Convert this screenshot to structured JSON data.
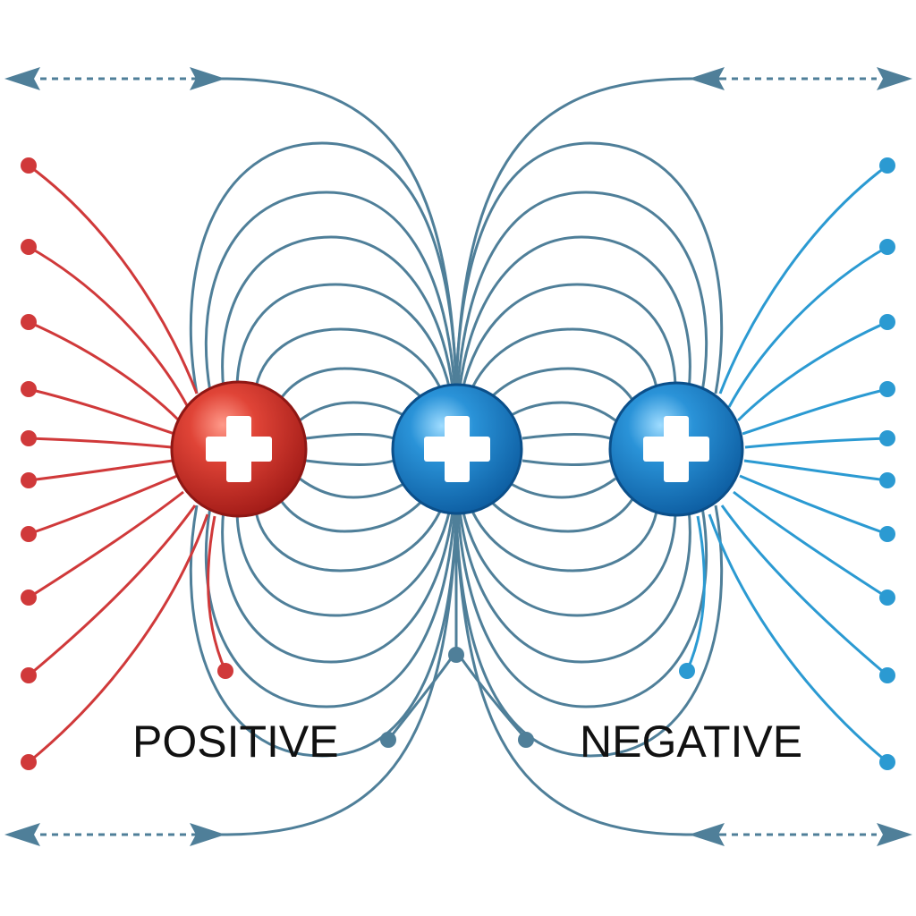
{
  "labels": {
    "left": "POSITIVE",
    "right": "NEGATIVE"
  },
  "charges": [
    {
      "sign": "+",
      "color": "#c42a24",
      "role": "positive-charge"
    },
    {
      "sign": "+",
      "color": "#1c80c4",
      "role": "center-charge"
    },
    {
      "sign": "+",
      "color": "#1c80c4",
      "role": "right-charge"
    }
  ],
  "colors": {
    "positive_lines": "#d0393a",
    "field_lines": "#4f7f99",
    "negative_lines": "#2b9ad2",
    "background": "#ffffff"
  }
}
